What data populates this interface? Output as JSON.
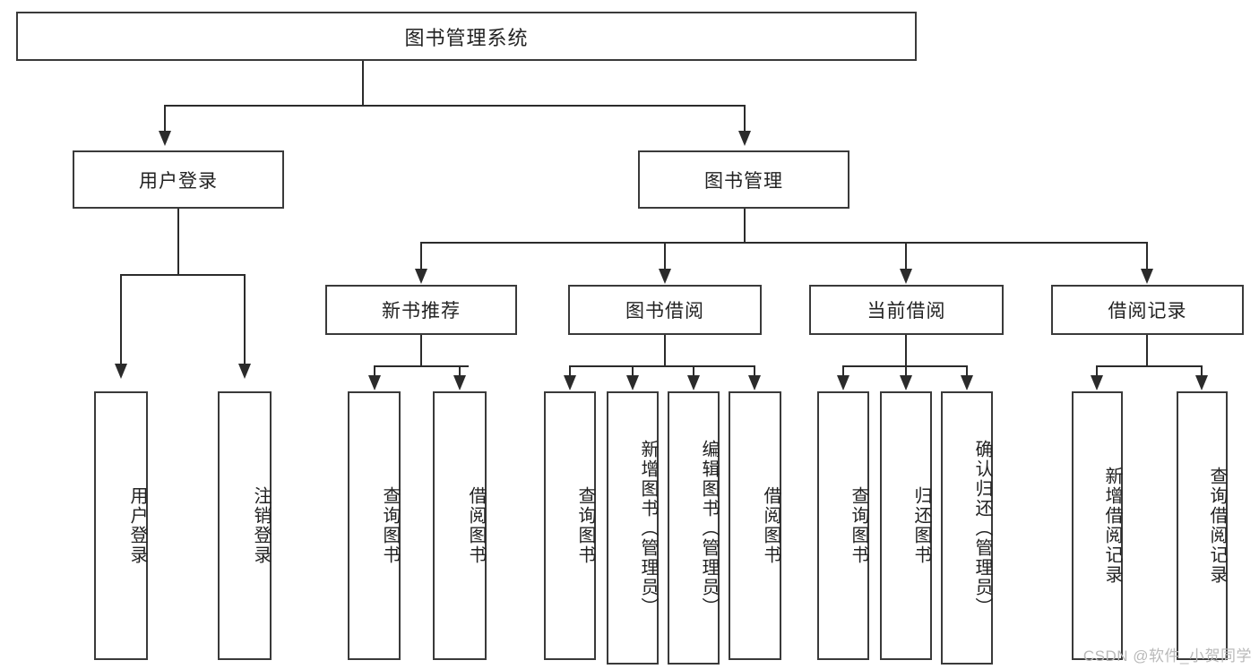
{
  "diagram": {
    "title": "图书管理系统",
    "type": "hierarchy-tree",
    "levels": 4,
    "root": {
      "label": "图书管理系统"
    },
    "level2": [
      {
        "label": "用户登录"
      },
      {
        "label": "图书管理"
      }
    ],
    "level3": [
      {
        "label": "新书推荐"
      },
      {
        "label": "图书借阅"
      },
      {
        "label": "当前借阅"
      },
      {
        "label": "借阅记录"
      }
    ],
    "leaves": [
      {
        "label": "用户登录",
        "parent": "用户登录"
      },
      {
        "label": "注销登录",
        "parent": "用户登录"
      },
      {
        "label": "查询图书",
        "parent": "新书推荐"
      },
      {
        "label": "借阅图书",
        "parent": "新书推荐"
      },
      {
        "label": "查询图书",
        "parent": "图书借阅"
      },
      {
        "label": "新增图书（管理员）",
        "parent": "图书借阅"
      },
      {
        "label": "编辑图书（管理员）",
        "parent": "图书借阅"
      },
      {
        "label": "借阅图书",
        "parent": "图书借阅"
      },
      {
        "label": "查询图书",
        "parent": "当前借阅"
      },
      {
        "label": "归还图书",
        "parent": "当前借阅"
      },
      {
        "label": "确认归还（管理员）",
        "parent": "当前借阅"
      },
      {
        "label": "新增借阅记录",
        "parent": "借阅记录"
      },
      {
        "label": "查询借阅记录",
        "parent": "借阅记录"
      }
    ]
  },
  "watermark": {
    "text": "CSDN @软件_小贺同学"
  },
  "colors": {
    "box_border": "#3a3a3a",
    "connector": "#2b2b2b",
    "text": "#222222",
    "background": "#ffffff",
    "watermark": "#b9b9b9"
  }
}
